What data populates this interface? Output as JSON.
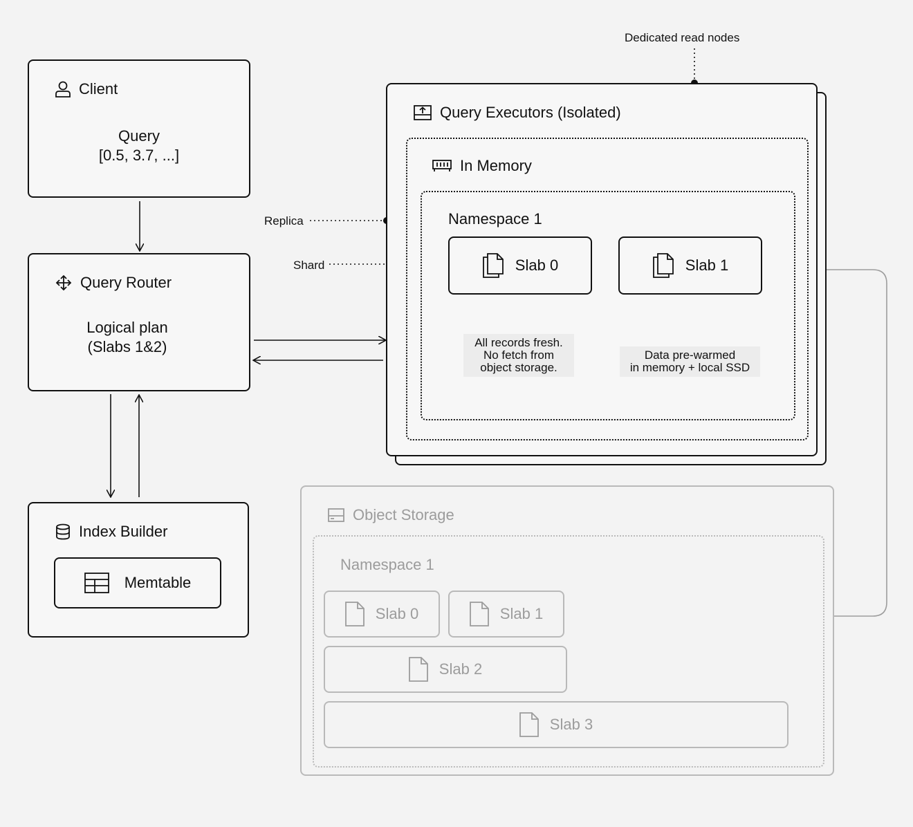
{
  "client": {
    "title": "Client",
    "query_label": "Query",
    "query_vector": "[0.5, 3.7, ...]",
    "icon": "user-icon"
  },
  "router": {
    "title": "Query Router",
    "plan_line1": "Logical plan",
    "plan_line2": "(Slabs 1&2)",
    "icon": "move-icon"
  },
  "index_builder": {
    "title": "Index Builder",
    "memtable_label": "Memtable",
    "icon": "database-icon"
  },
  "executors": {
    "title": "Query Executors (Isolated)",
    "memory_title": "In Memory",
    "namespace_title": "Namespace 1",
    "slabs": [
      "Slab 0",
      "Slab 1"
    ],
    "note_slab0": [
      "All records fresh.",
      "No fetch from",
      "object storage."
    ],
    "note_slab1": [
      "Data pre-warmed",
      "in memory + local SSD"
    ]
  },
  "annotations": {
    "dedicated": "Dedicated read nodes",
    "replica": "Replica",
    "shard": "Shard"
  },
  "object_storage": {
    "title": "Object Storage",
    "namespace_title": "Namespace 1",
    "slabs": [
      "Slab 0",
      "Slab 1",
      "Slab 2",
      "Slab 3"
    ]
  },
  "colors": {
    "ink": "#111111",
    "muted": "#9c9c9c",
    "background": "#f3f3f3"
  }
}
